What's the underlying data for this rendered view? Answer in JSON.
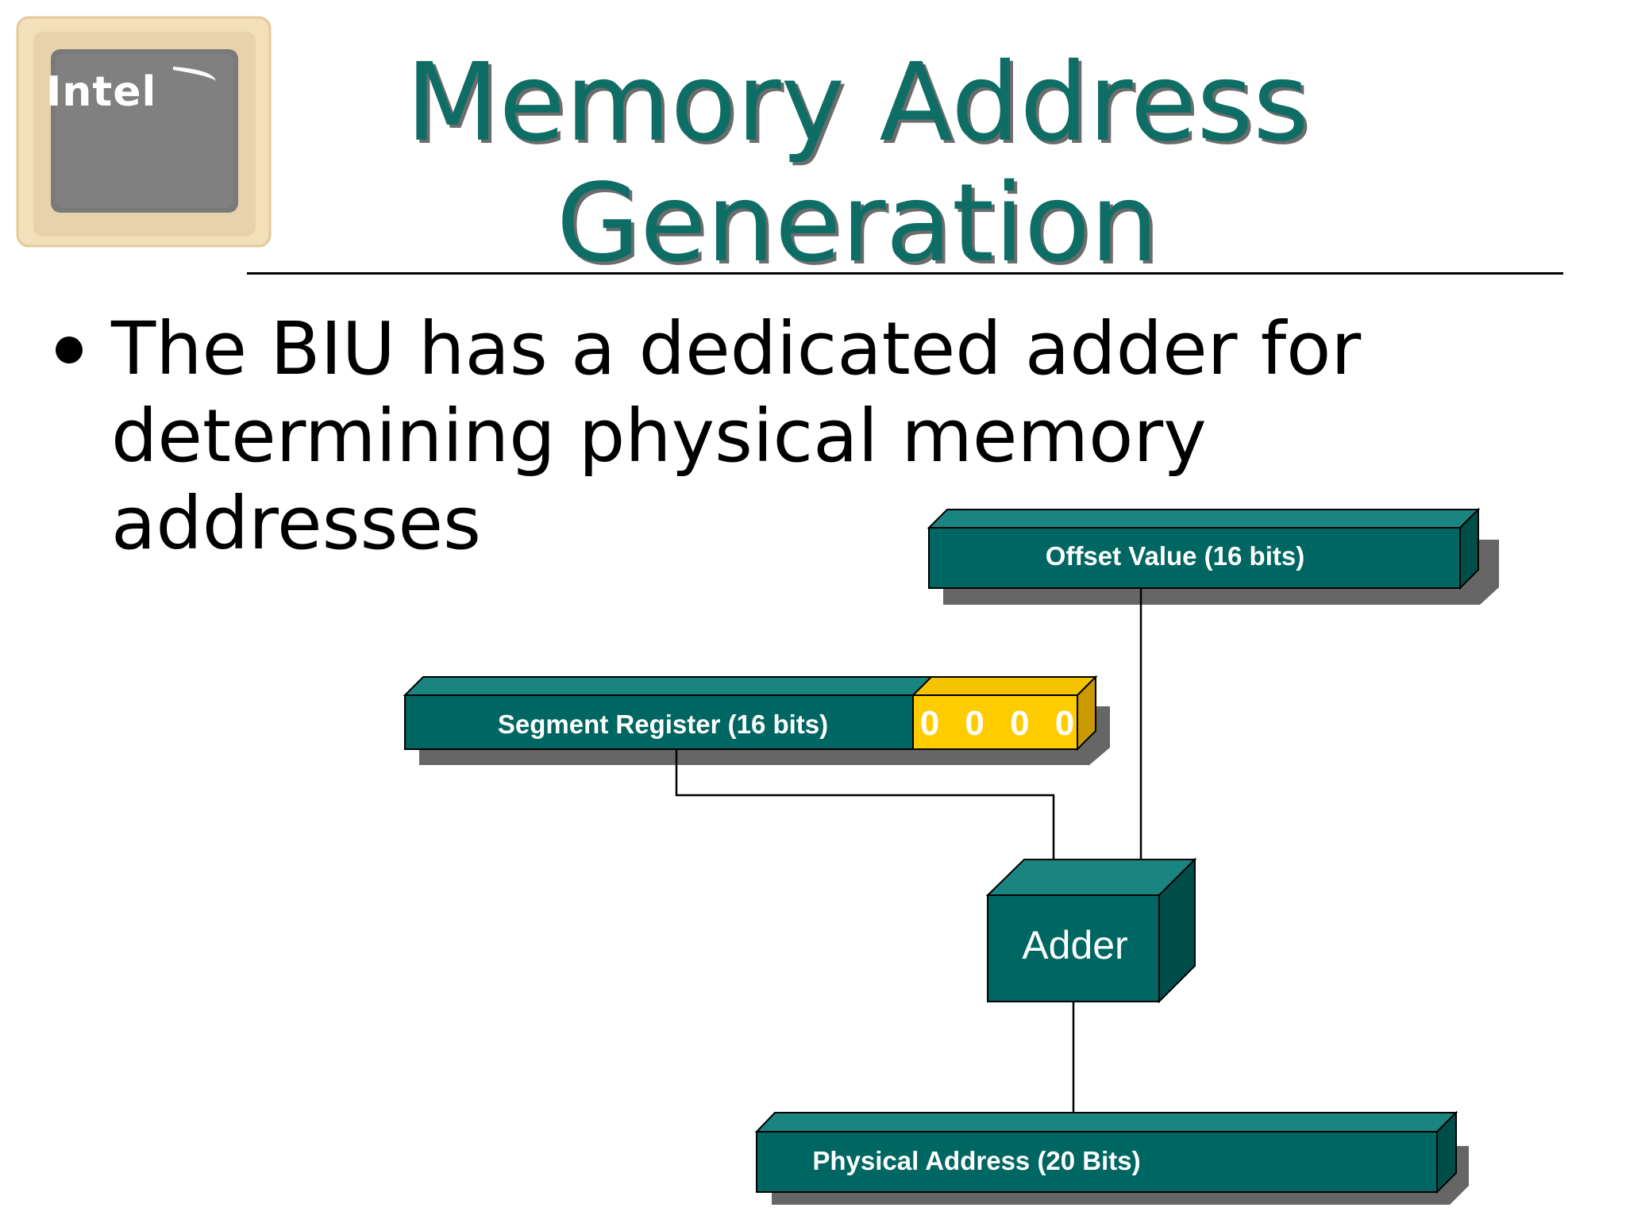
{
  "title": {
    "line1": "Memory Address",
    "line2": "Generation"
  },
  "logo": {
    "label": "Intel"
  },
  "bullet": {
    "text": "The BIU has a dedicated adder for determining physical memory addresses"
  },
  "diagram": {
    "offset_label": "Offset Value (16 bits)",
    "segment_label": "Segment Register (16 bits)",
    "zero_pad": "0 0 0 0",
    "adder_label": "Adder",
    "physical_label": "Physical Address (20 Bits)"
  },
  "colors": {
    "title": "#0e6e66",
    "box_front": "#006662",
    "box_top": "#1a8580",
    "box_side": "#004e4a",
    "zero_pad": "#ffcc00",
    "shadow": "#666666"
  }
}
